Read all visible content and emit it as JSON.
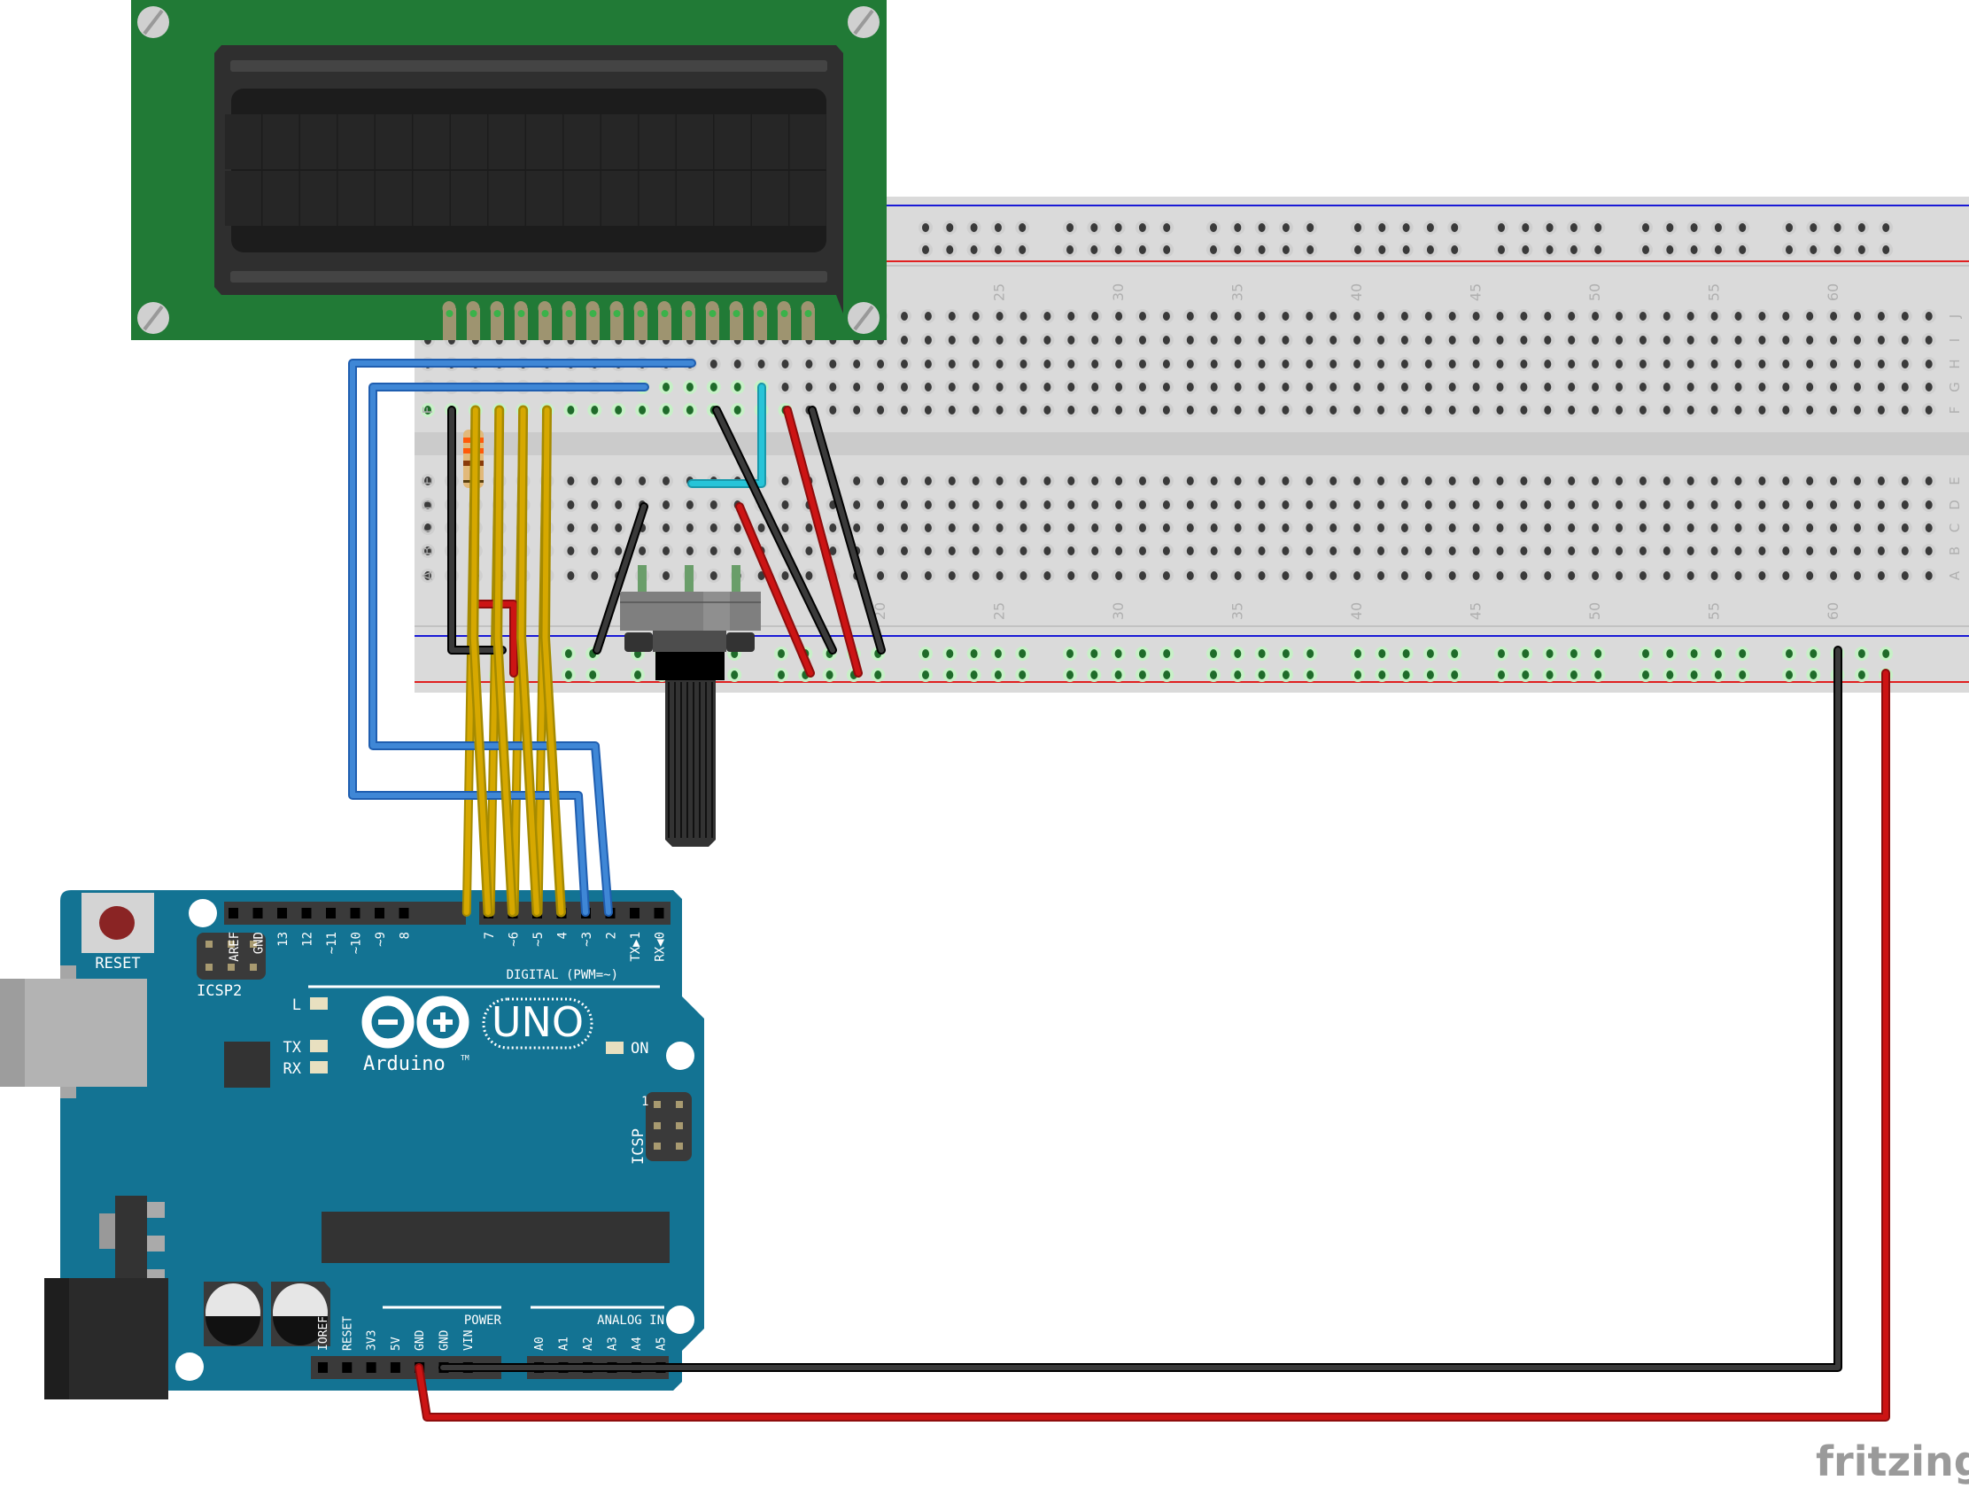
{
  "diagram": {
    "tool_logo": "fritzing",
    "components": {
      "lcd": {
        "name": "16x2 LCD",
        "char_columns": 16,
        "char_rows": 2,
        "pin_count": 16
      },
      "breadboard": {
        "column_labels": [
          "20",
          "25",
          "30",
          "35",
          "40",
          "45",
          "50",
          "55",
          "60"
        ],
        "row_labels_top": [
          "J",
          "I",
          "H",
          "G",
          "F"
        ],
        "row_labels_bottom": [
          "E",
          "D",
          "C",
          "B",
          "A"
        ]
      },
      "resistor": {
        "bands": [
          "#ff5a0a",
          "#ff5a0a",
          "#8a3a0a",
          "#c9a24a"
        ]
      },
      "potentiometer": {
        "name": "potentiometer"
      },
      "arduino": {
        "logo_text": "Arduino",
        "tm": "TM",
        "model": "UNO",
        "reset_label": "RESET",
        "icsp2_label": "ICSP2",
        "icsp_label": "ICSP",
        "icsp_pin1": "1",
        "led_labels": {
          "l": "L",
          "tx": "TX",
          "rx": "RX",
          "on": "ON"
        },
        "digital_label": "DIGITAL (PWM=~)",
        "digital_pins_left": [
          "AREF",
          "GND",
          "13",
          "12",
          "~11",
          "~10",
          "~9",
          "8"
        ],
        "digital_pins_right": [
          "7",
          "~6",
          "~5",
          "4",
          "~3",
          "2",
          "TX▶1",
          "RX◀0"
        ],
        "power_label": "POWER",
        "power_pins": [
          "IOREF",
          "RESET",
          "3V3",
          "5V",
          "GND",
          "GND",
          "VIN"
        ],
        "analog_label": "ANALOG IN",
        "analog_pins": [
          "A0",
          "A1",
          "A2",
          "A3",
          "A4",
          "A5"
        ]
      }
    },
    "colors": {
      "lcd_pcb": "#217a36",
      "breadboard": "#d9d9d9",
      "arduino_board": "#137393",
      "wire_blue": "#3f87d6",
      "wire_yellow": "#d6a800",
      "wire_red": "#cc1414",
      "wire_black": "#3a3a3a",
      "wire_cyan": "#27c4d8",
      "rail_blue": "#1a1ad6",
      "rail_red": "#e02020"
    }
  }
}
